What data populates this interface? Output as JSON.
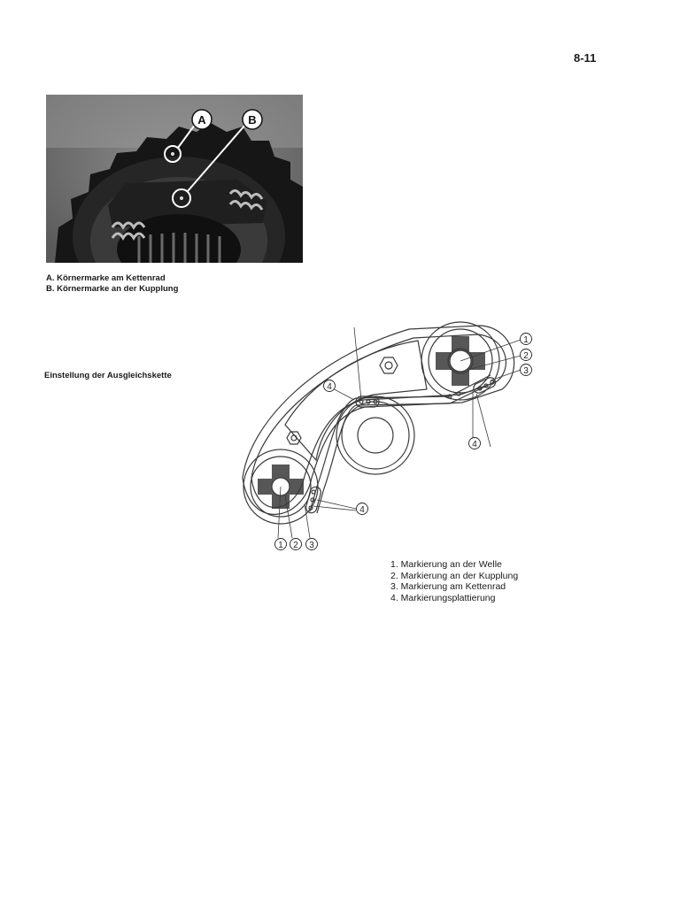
{
  "page": {
    "number": "8-11"
  },
  "photo": {
    "callout_a": "A",
    "callout_b": "B",
    "caption_a": "A. Körnermarke am Kettenrad",
    "caption_b": "B. Körnermarke an der Kupplung"
  },
  "section": {
    "heading": "Einstellung der Ausgleichskette"
  },
  "diagram": {
    "marker_1": "1",
    "marker_2": "2",
    "marker_3": "3",
    "marker_4": "4"
  },
  "legend": {
    "item_1": "1. Markierung an der Welle",
    "item_2": "2. Markierung an der Kupplung",
    "item_3": "3. Markierung am Kettenrad",
    "item_4": "4. Markierungsplattierung"
  }
}
